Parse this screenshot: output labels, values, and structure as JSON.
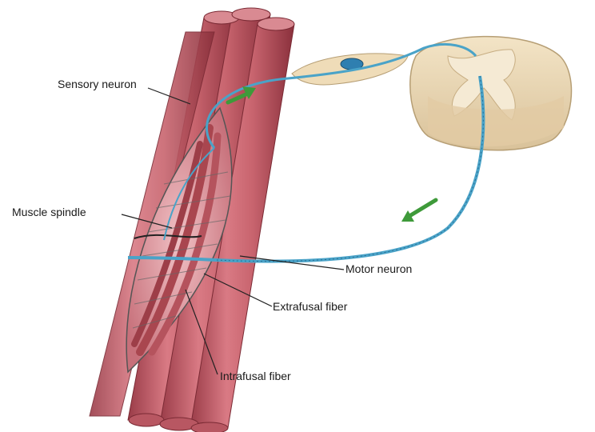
{
  "labels": {
    "sensory_neuron": "Sensory neuron",
    "muscle_spindle": "Muscle spindle",
    "motor_neuron": "Motor neuron",
    "extrafusal_fiber": "Extrafusal fiber",
    "intrafusal_fiber": "Intrafusal fiber"
  },
  "colors": {
    "muscle": "#c8646e",
    "muscle_dark": "#8f3440",
    "muscle_light": "#e6a0a6",
    "spindle_capsule": "#e8b8bc",
    "nerve": "#4aa3c8",
    "spinal_cord": "#e9d5b0",
    "arrow": "#3e9a3a",
    "leader_line": "#222222"
  }
}
